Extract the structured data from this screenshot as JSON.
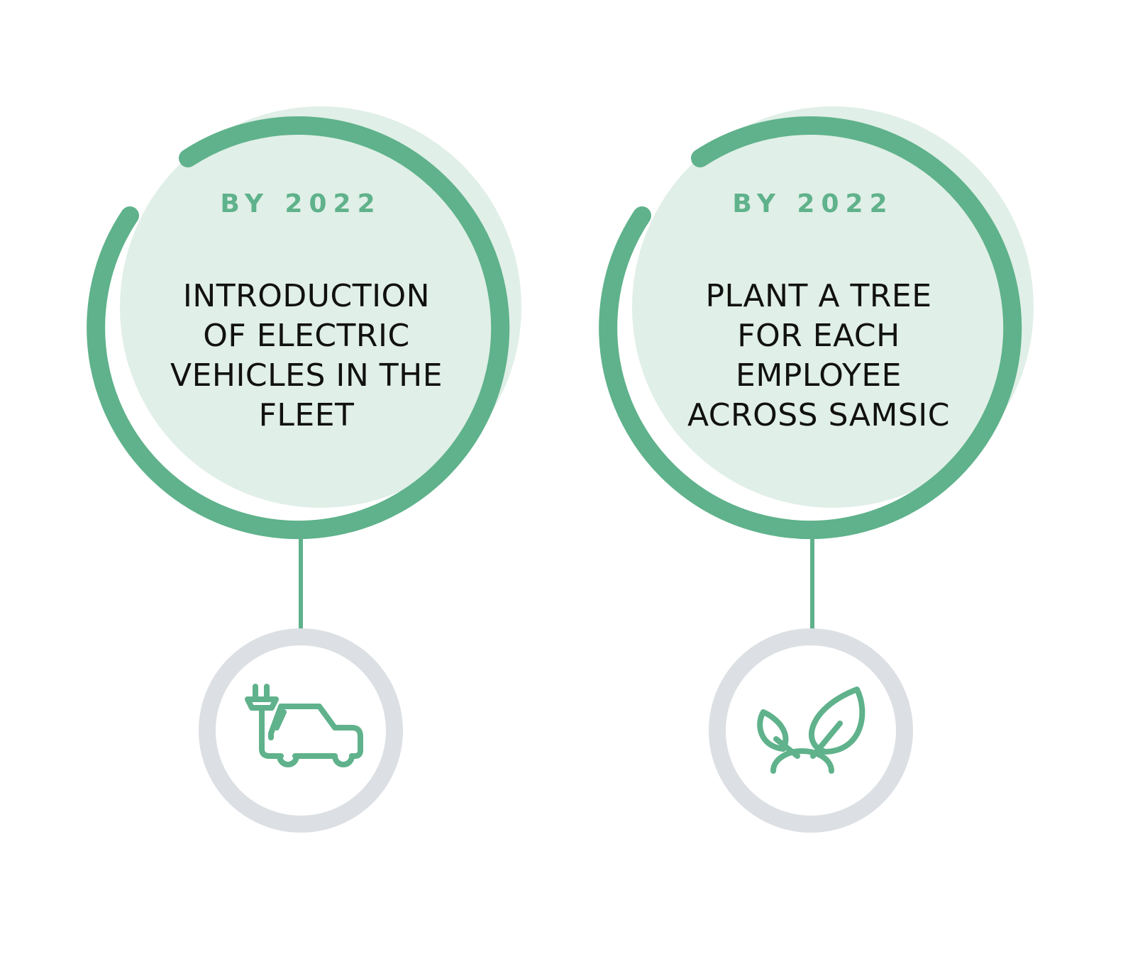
{
  "colors": {
    "accent": "#5fb28b",
    "fill": "#e0efe7",
    "ring": "#dcdfe3",
    "text": "#111111"
  },
  "goals": [
    {
      "year": "BY 2022",
      "title_lines": [
        "INTRODUCTION",
        "OF ELECTRIC",
        "VEHICLES IN THE",
        "FLEET"
      ],
      "icon": "electric-car-icon"
    },
    {
      "year": "BY 2022",
      "title_lines": [
        "PLANT A TREE",
        "FOR EACH",
        "EMPLOYEE",
        "ACROSS SAMSIC"
      ],
      "icon": "sprout-icon"
    }
  ]
}
